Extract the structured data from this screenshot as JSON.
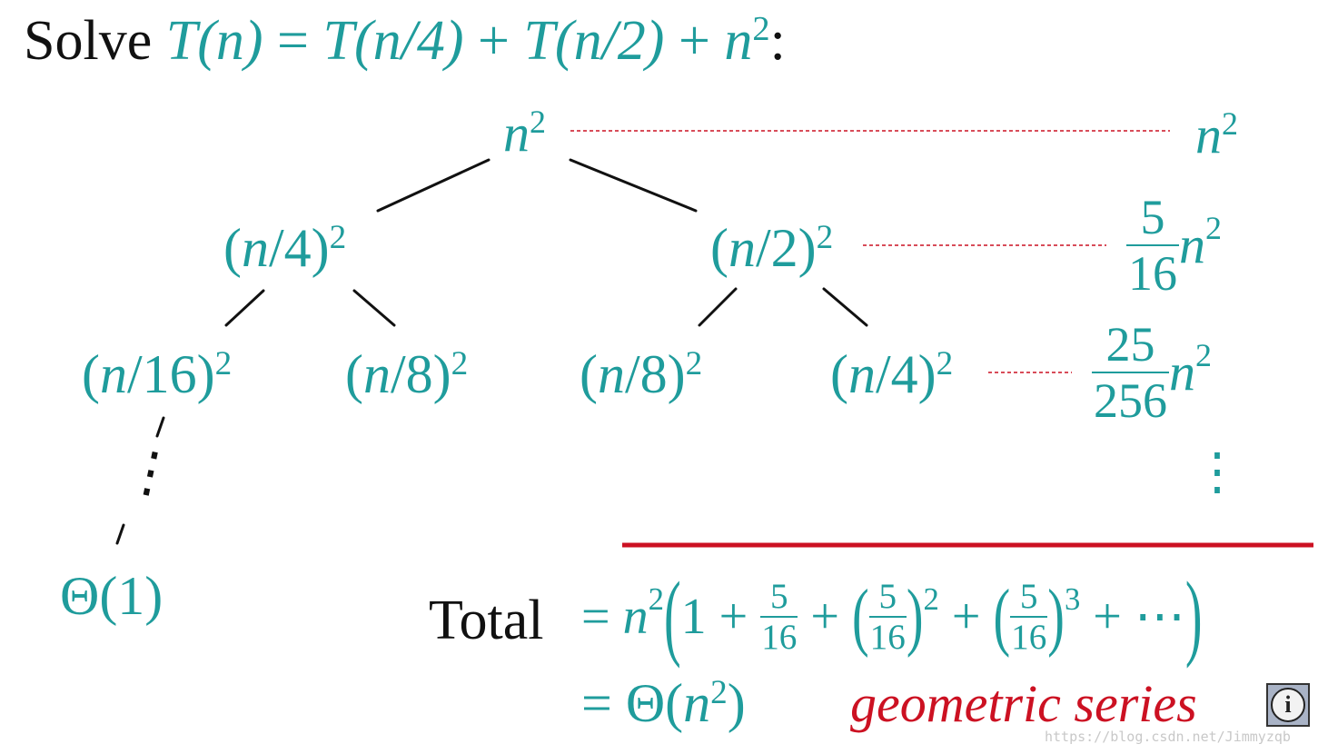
{
  "title": {
    "prefix": "Solve",
    "recurrence_lhs": "T(n)",
    "eq": "=",
    "term1": "T(n/4)",
    "plus1": "+",
    "term2": "T(n/2)",
    "plus2": "+",
    "n": "n",
    "exp": "2",
    "colon": ":"
  },
  "tree": {
    "root": {
      "base": "n",
      "exp": "2"
    },
    "level1": [
      {
        "open": "(",
        "n": "n",
        "rest": "/4)",
        "exp": "2"
      },
      {
        "open": "(",
        "n": "n",
        "rest": "/2)",
        "exp": "2"
      }
    ],
    "level2": [
      {
        "open": "(",
        "n": "n",
        "rest": "/16)",
        "exp": "2"
      },
      {
        "open": "(",
        "n": "n",
        "rest": "/8)",
        "exp": "2"
      },
      {
        "open": "(",
        "n": "n",
        "rest": "/8)",
        "exp": "2"
      },
      {
        "open": "(",
        "n": "n",
        "rest": "/4)",
        "exp": "2"
      }
    ],
    "vdots": "⋮",
    "leaf": "Θ(1)"
  },
  "level_sums": {
    "row0": {
      "n": "n",
      "exp": "2"
    },
    "row1": {
      "num": "5",
      "den": "16",
      "n": "n",
      "exp": "2"
    },
    "row2": {
      "num": "25",
      "den": "256",
      "n": "n",
      "exp": "2"
    },
    "vdots": "⋮"
  },
  "total": {
    "label": "Total",
    "eq1": "=",
    "n": "n",
    "exp": "2",
    "lparen": "(",
    "one": "1",
    "plus": "+",
    "f1_num": "5",
    "f1_den": "16",
    "f2_num": "5",
    "f2_den": "16",
    "f2_exp": "2",
    "f3_num": "5",
    "f3_den": "16",
    "f3_exp": "3",
    "dots": "⋯",
    "rparen": ")",
    "eq2": "=",
    "result_pre": "Θ(",
    "result_n": "n",
    "result_exp": "2",
    "result_post": ")"
  },
  "note": "geometric series",
  "info_icon": "i",
  "watermark": "https://blog.csdn.net/Jimmyzqb",
  "colors": {
    "teal": "#1f9c9c",
    "red": "#cc1122",
    "black": "#111111"
  }
}
